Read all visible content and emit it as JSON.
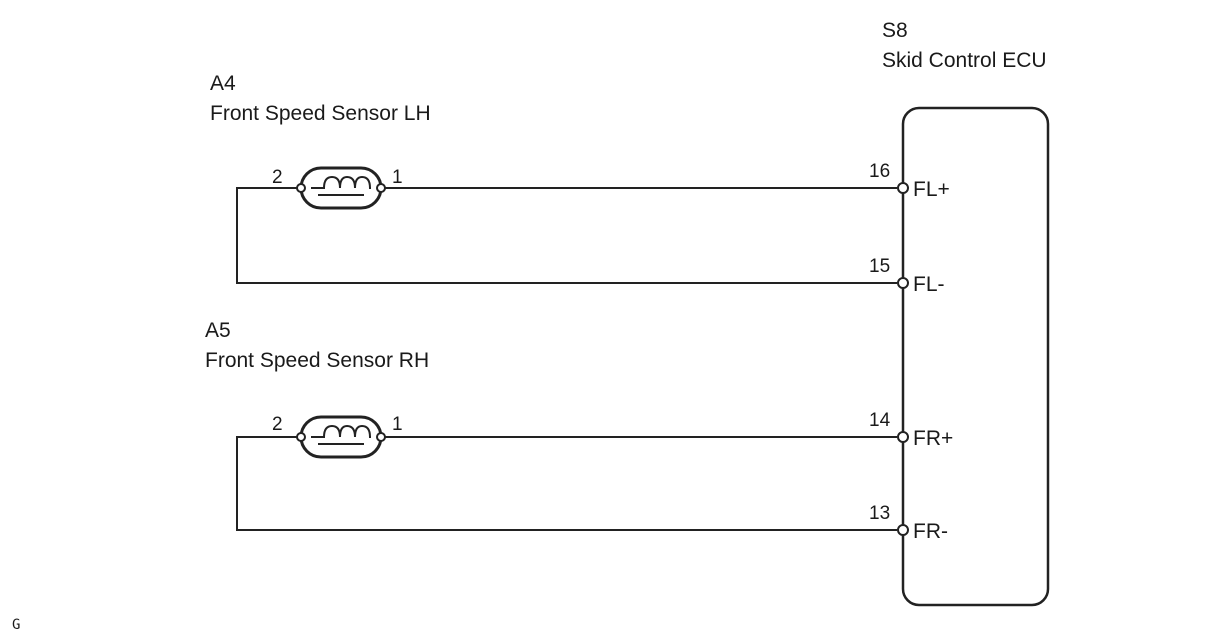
{
  "ecu": {
    "connector": "S8",
    "name": "Skid Control ECU",
    "pins": [
      {
        "number": "16",
        "signal": "FL+"
      },
      {
        "number": "15",
        "signal": "FL-"
      },
      {
        "number": "14",
        "signal": "FR+"
      },
      {
        "number": "13",
        "signal": "FR-"
      }
    ]
  },
  "sensors": [
    {
      "connector": "A4",
      "name": "Front Speed Sensor LH",
      "pin_left": "2",
      "pin_right": "1"
    },
    {
      "connector": "A5",
      "name": "Front Speed Sensor RH",
      "pin_left": "2",
      "pin_right": "1"
    }
  ],
  "corner_mark": "G"
}
